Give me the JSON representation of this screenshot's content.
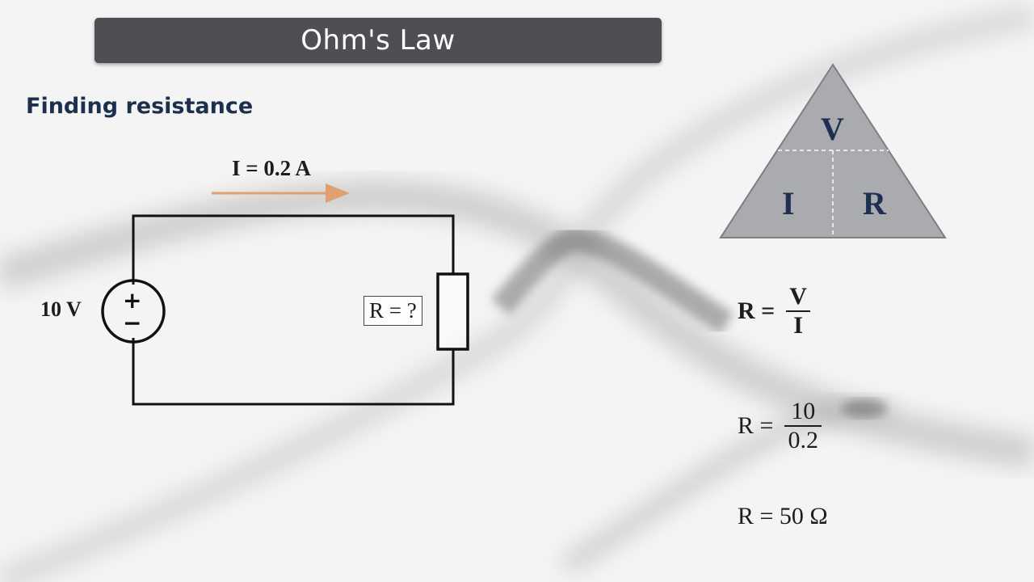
{
  "header": {
    "title": "Ohm's Law"
  },
  "subtitle": "Finding resistance",
  "circuit": {
    "current_label": "I = 0.2 A",
    "source_label": "10 V",
    "source_plus": "+",
    "source_minus": "−",
    "resistor_label": "R = ?"
  },
  "triangle": {
    "top": "V",
    "bottom_left": "I",
    "bottom_right": "R"
  },
  "equations": {
    "eq1": {
      "lhs": "R =",
      "num": "V",
      "den": "I"
    },
    "eq2": {
      "lhs": "R =",
      "num": "10",
      "den": "0.2"
    },
    "eq3": {
      "text": "R = 50 Ω"
    }
  },
  "colors": {
    "title_bar": "#4d4f53",
    "subtitle": "#1c2f4d",
    "triangle_fill": "#a9abaf",
    "triangle_text": "#1e2f52",
    "current_arrow": "#e0a070"
  }
}
